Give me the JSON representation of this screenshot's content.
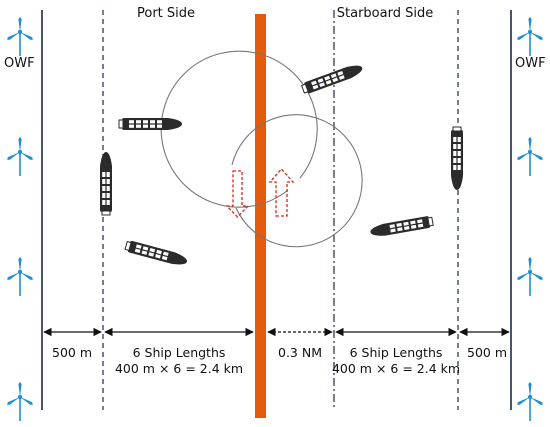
{
  "labels": {
    "port_side": "Port Side",
    "starboard_side": "Starboard Side",
    "owf_left": "OWF",
    "owf_right": "OWF"
  },
  "dimensions": {
    "left_buffer": "500 m",
    "port_lengths_line1": "6 Ship Lengths",
    "port_lengths_line2": "400 m × 6 = 2.4 km",
    "channel_gap": "0.3 NM",
    "starboard_lengths_line1": "6 Ship Lengths",
    "starboard_lengths_line2": "400 m × 6 = 2.4 km",
    "right_buffer": "500 m"
  },
  "icons": {
    "turbine": "wind-turbine-icon",
    "ship": "ship-icon",
    "arrow": "dashed-direction-arrow-icon"
  },
  "colors": {
    "centerline": "#e35b0c",
    "arrow": "#e0241b",
    "turbine": "#1e8fd0",
    "ship": "#2b2b2b",
    "lines": "#1c2a45"
  }
}
